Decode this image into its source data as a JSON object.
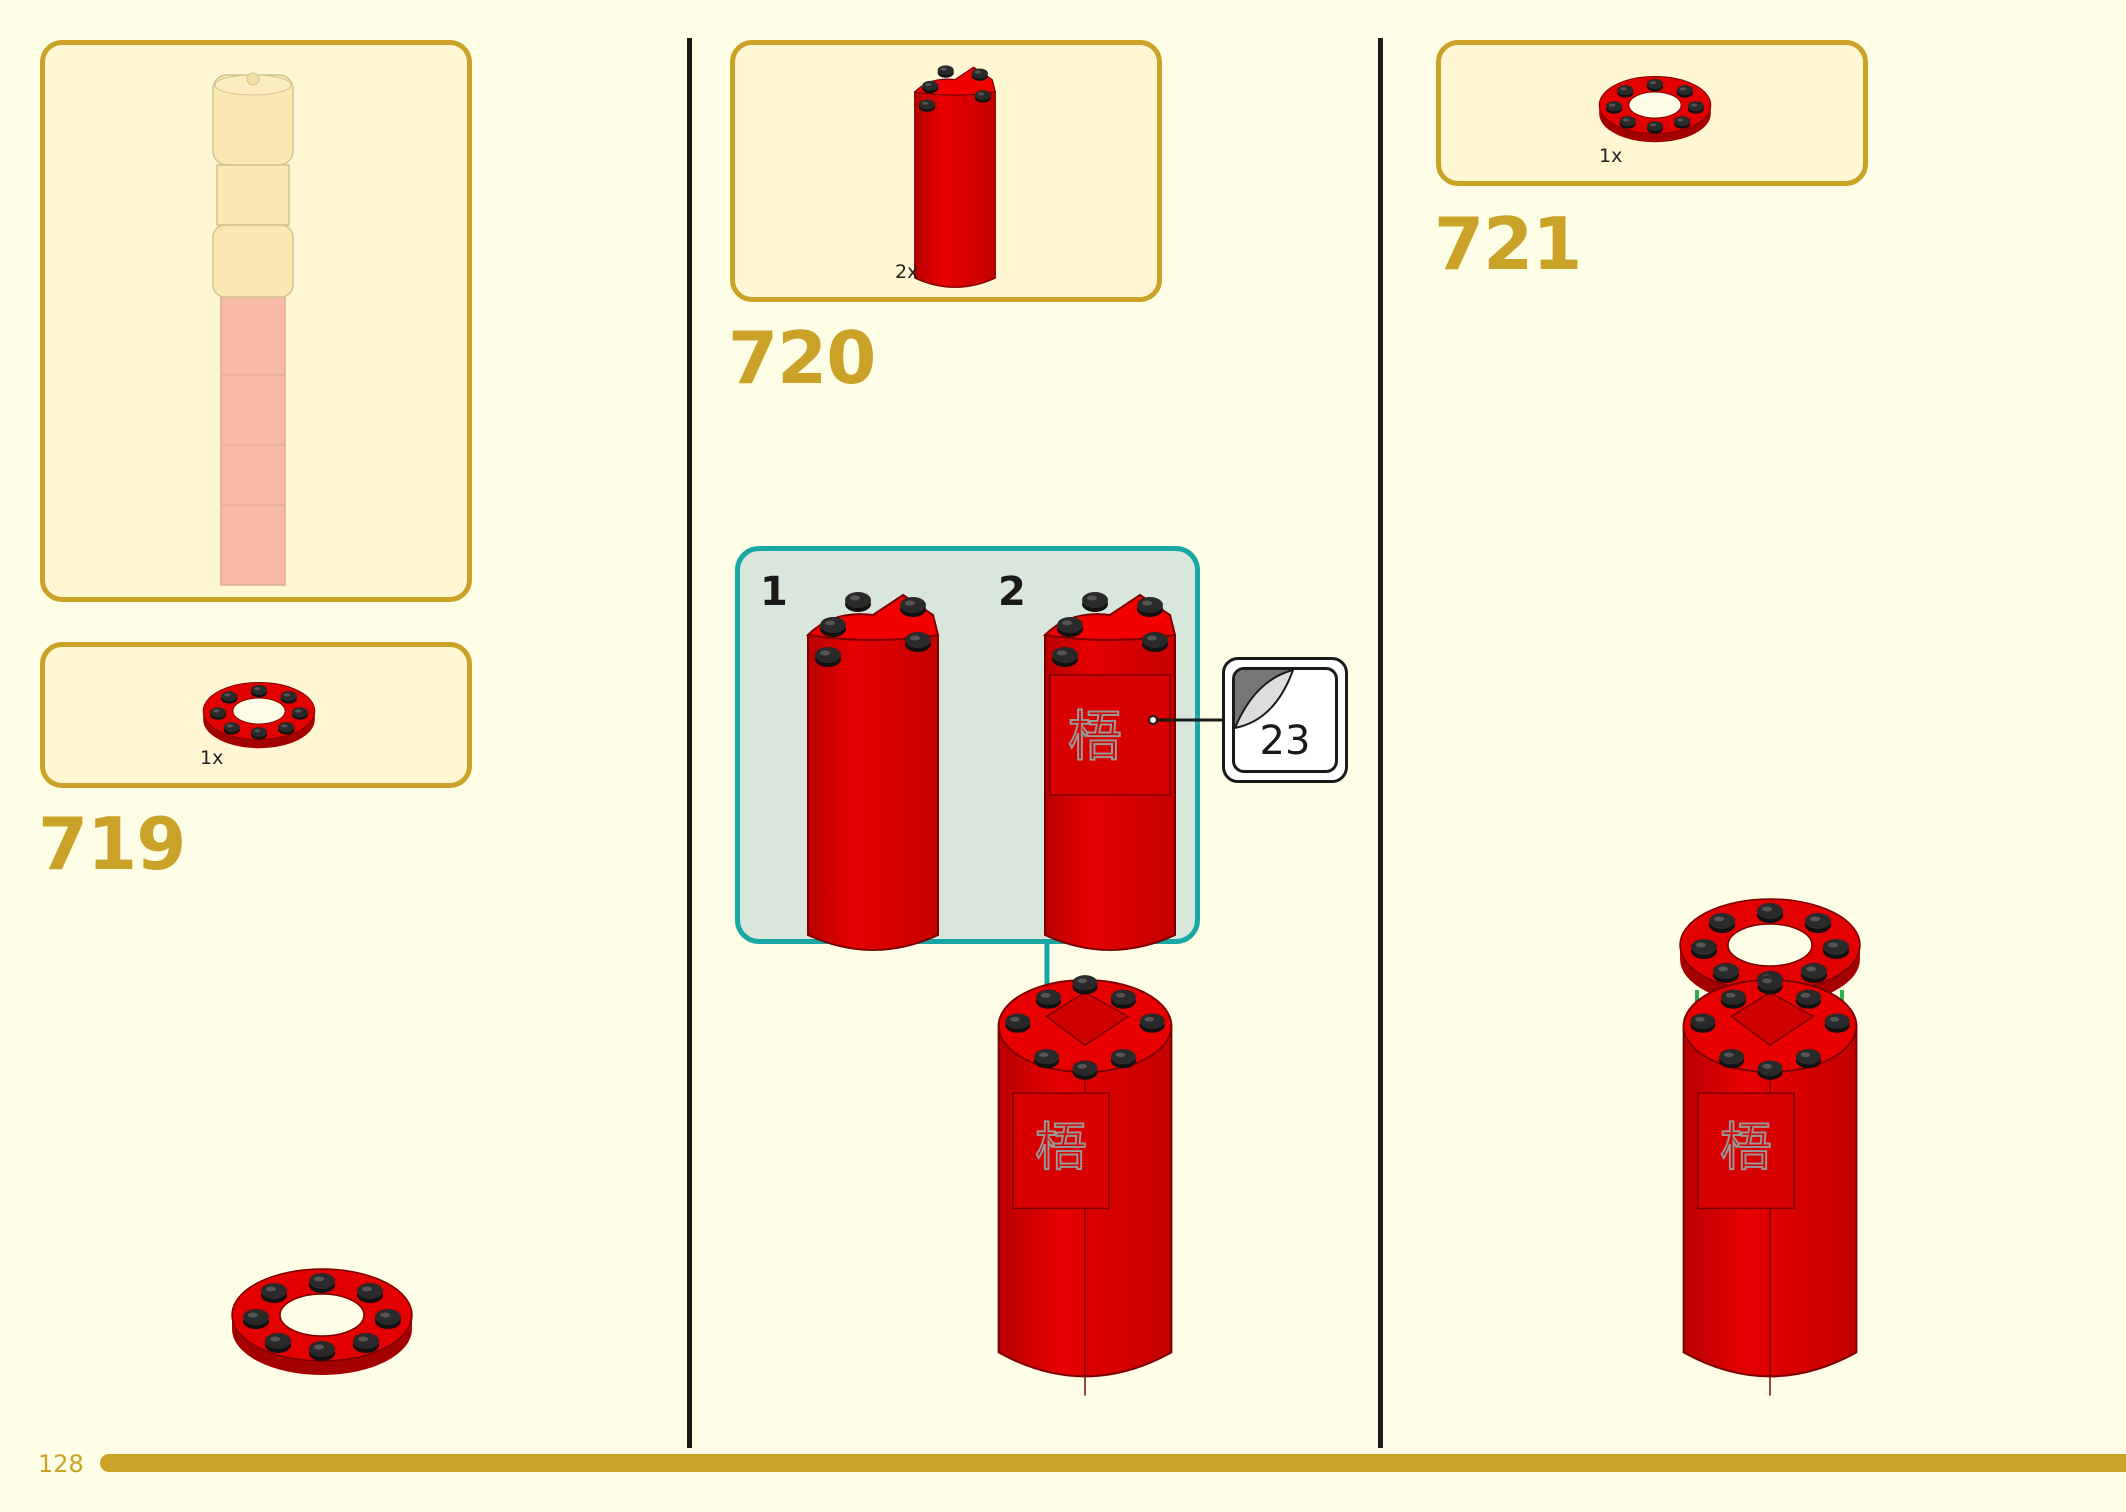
{
  "page": {
    "number": "128"
  },
  "steps": [
    {
      "number": "719",
      "part_quantity": "1x",
      "part_icon": "round-plate-icon"
    },
    {
      "number": "720",
      "part_quantity": "2x",
      "part_icon": "curved-wall-brick-icon",
      "substeps": [
        {
          "label": "1"
        },
        {
          "label": "2"
        }
      ],
      "sticker": {
        "number": "23"
      }
    },
    {
      "number": "721",
      "part_quantity": "1x",
      "part_icon": "round-plate-icon"
    }
  ],
  "colors": {
    "accent": "#c9a227",
    "brick_red": "#dd0000",
    "callout_teal": "#19a7a6",
    "arrow_green": "#2fae4e",
    "background": "#fefde6"
  }
}
